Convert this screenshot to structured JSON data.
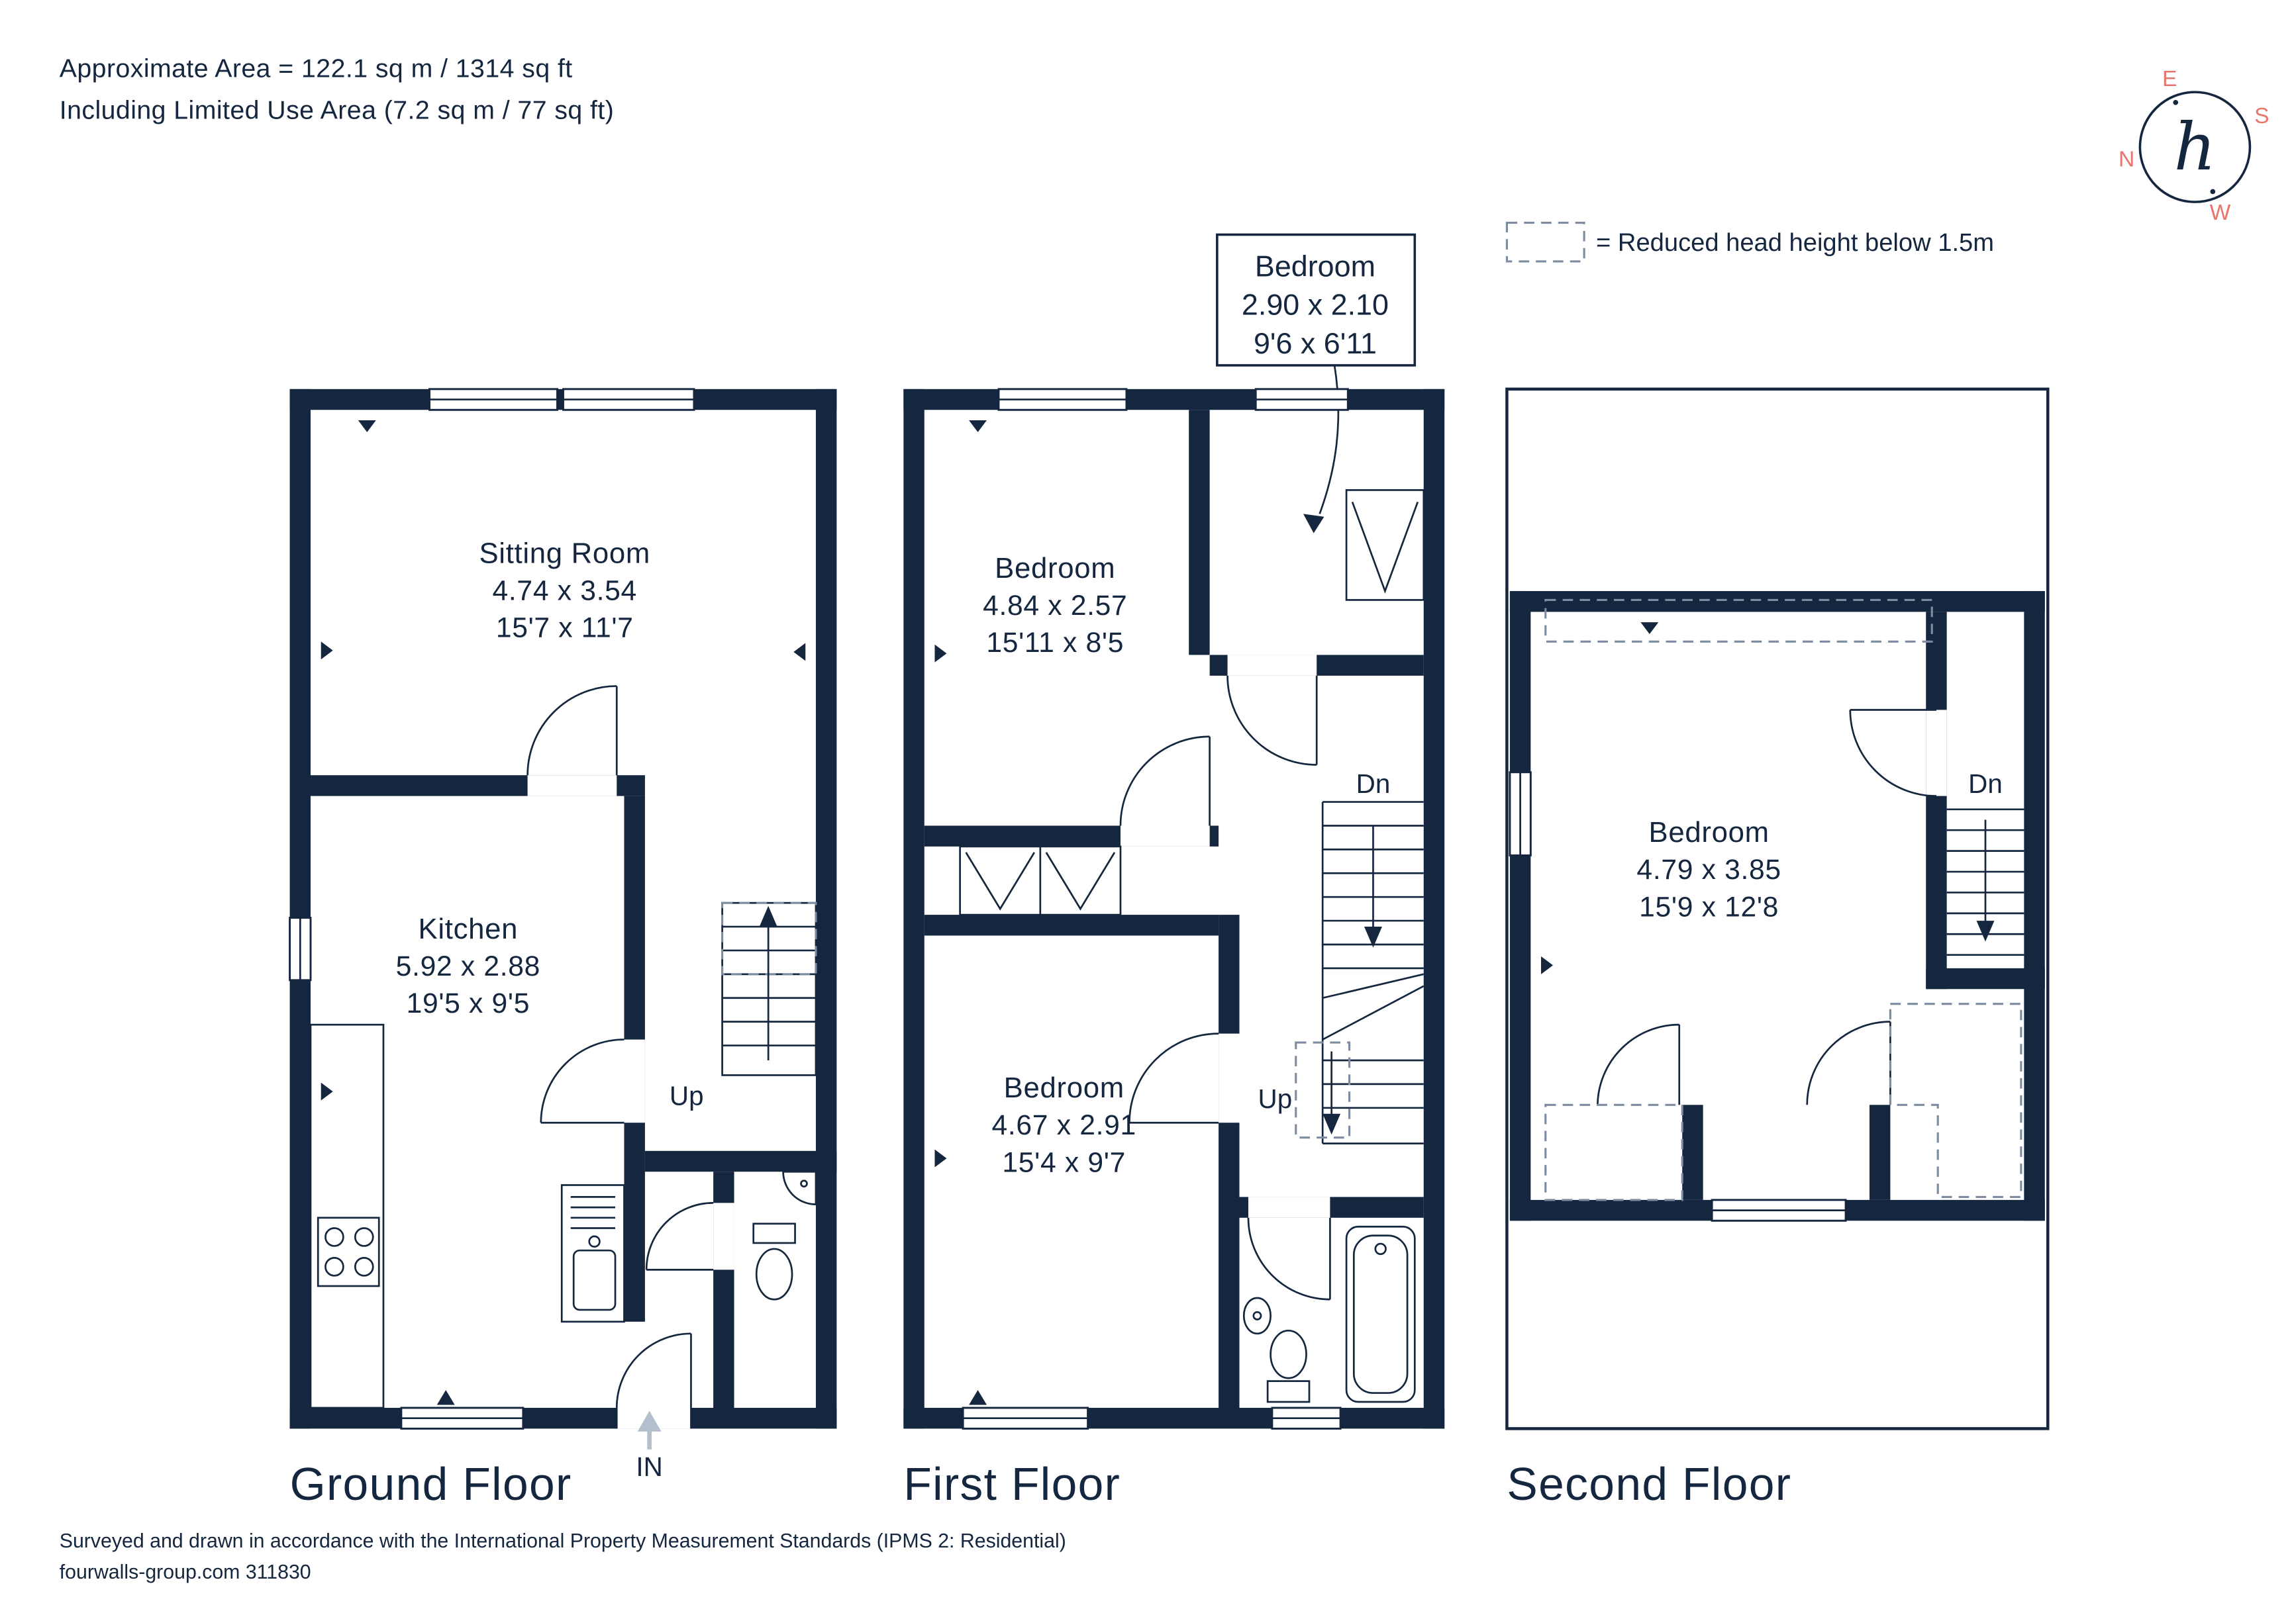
{
  "header": {
    "line1": "Approximate Area = 122.1 sq m / 1314 sq ft",
    "line2": "Including Limited Use Area (7.2 sq m / 77 sq ft)"
  },
  "legend": {
    "text": "= Reduced head height below 1.5m"
  },
  "compass": {
    "n": "N",
    "e": "E",
    "s": "S",
    "w": "W",
    "logo": "h"
  },
  "callout": {
    "title": "Bedroom",
    "metric": "2.90 x 2.10",
    "imperial": "9'6 x 6'11"
  },
  "floors": {
    "ground": {
      "title": "Ground Floor",
      "sitting_room": {
        "name": "Sitting Room",
        "metric": "4.74 x 3.54",
        "imperial": "15'7 x 11'7"
      },
      "kitchen": {
        "name": "Kitchen",
        "metric": "5.92 x 2.88",
        "imperial": "19'5 x 9'5"
      },
      "stairs_label": "Up",
      "entrance_label": "IN"
    },
    "first": {
      "title": "First Floor",
      "bedroom_front": {
        "name": "Bedroom",
        "metric": "4.84 x 2.57",
        "imperial": "15'11 x 8'5"
      },
      "bedroom_back": {
        "name": "Bedroom",
        "metric": "4.67 x 2.91",
        "imperial": "15'4 x 9'7"
      },
      "stairs_down_label": "Dn",
      "stairs_up_label": "Up"
    },
    "second": {
      "title": "Second Floor",
      "bedroom": {
        "name": "Bedroom",
        "metric": "4.79 x 3.85",
        "imperial": "15'9 x 12'8"
      },
      "stairs_down_label": "Dn"
    }
  },
  "footer": {
    "line1": "Surveyed and drawn in accordance with the International Property Measurement Standards (IPMS 2: Residential)",
    "line2": "fourwalls-group.com 311830"
  },
  "colors": {
    "wall": "#15263f",
    "accent": "#e8756b",
    "dash": "#7d8ca0",
    "gray": "#b3bfcc",
    "background": "#ffffff"
  }
}
